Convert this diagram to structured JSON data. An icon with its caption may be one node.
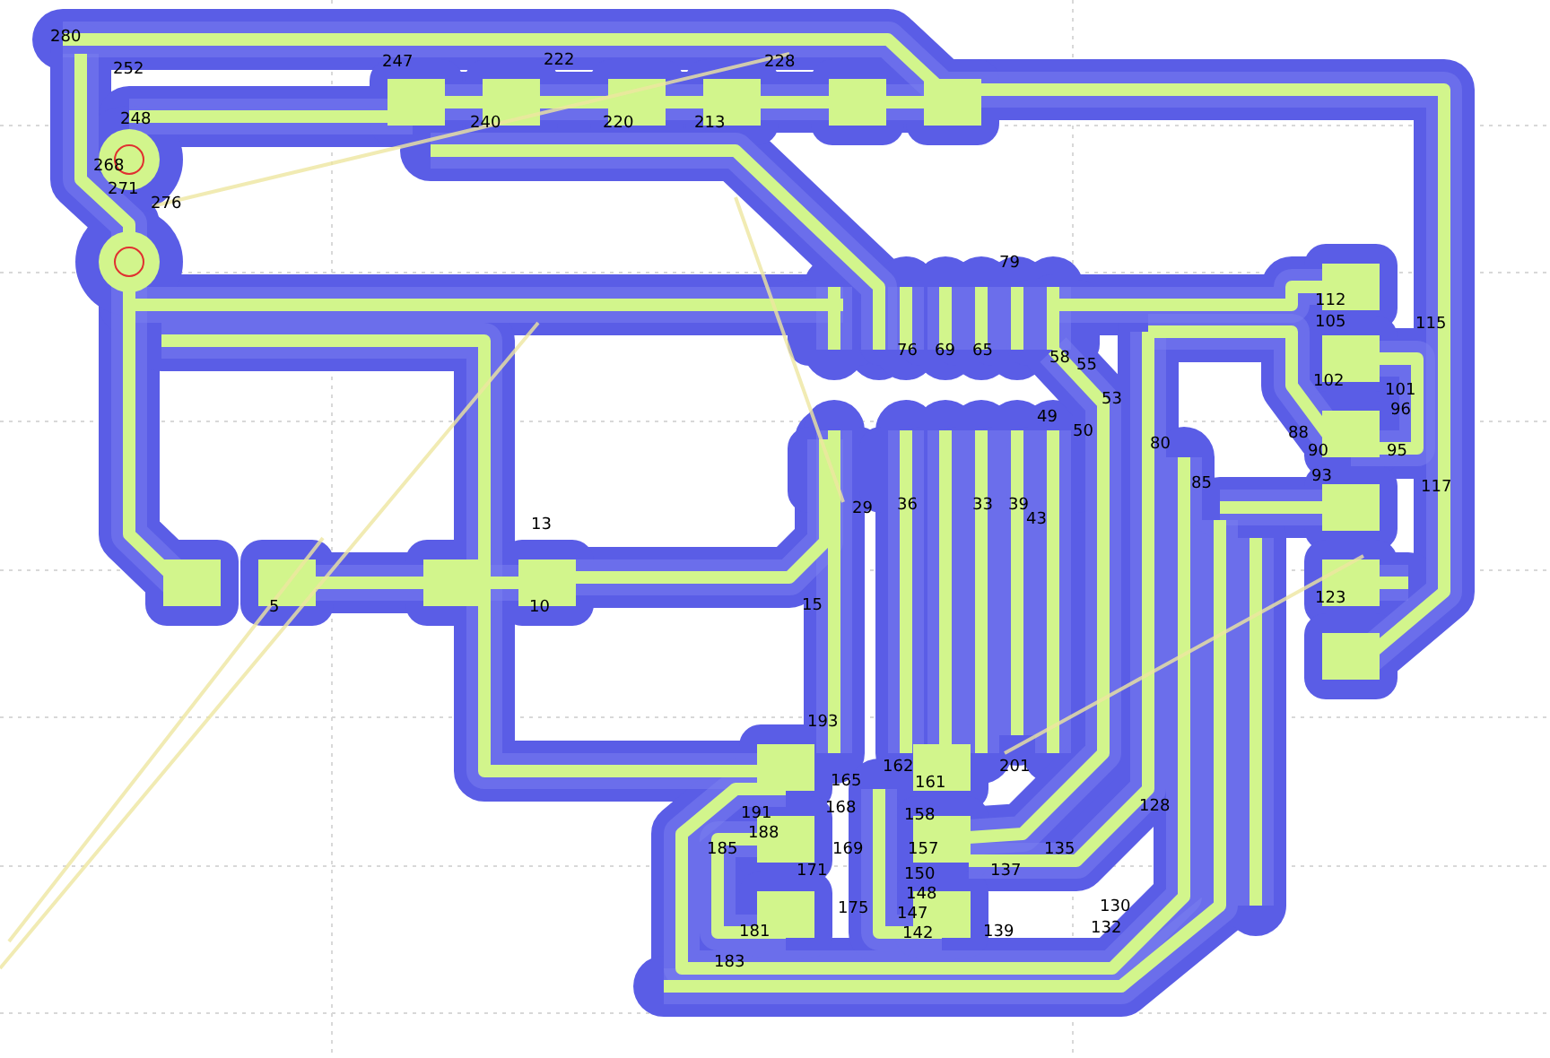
{
  "diagram": {
    "labels": [
      "280",
      "252",
      "248",
      "247",
      "222",
      "228",
      "268",
      "240",
      "220",
      "213",
      "271",
      "276",
      "79",
      "112",
      "105",
      "115",
      "76",
      "69",
      "65",
      "58",
      "55",
      "102",
      "53",
      "101",
      "96",
      "49",
      "50",
      "88",
      "80",
      "90",
      "95",
      "93",
      "85",
      "117",
      "13",
      "29",
      "36",
      "33",
      "39",
      "43",
      "5",
      "10",
      "15",
      "123",
      "193",
      "162",
      "165",
      "161",
      "201",
      "191",
      "168",
      "188",
      "158",
      "185",
      "169",
      "157",
      "135",
      "171",
      "150",
      "137",
      "148",
      "128",
      "175",
      "147",
      "130",
      "181",
      "142",
      "139",
      "132",
      "183"
    ]
  }
}
